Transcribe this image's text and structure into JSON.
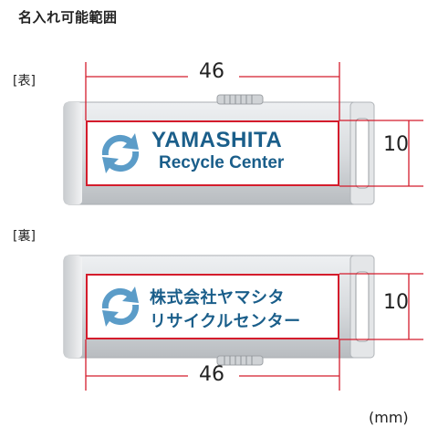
{
  "title": "名入れ可能範囲",
  "front": {
    "label": "[表]",
    "width": "46",
    "height": "10",
    "company_name": "YAMASHITA",
    "company_sub": "Recycle Center"
  },
  "back": {
    "label": "[裏]",
    "width": "46",
    "height": "10",
    "company_name": "株式会社ヤマシタ",
    "company_sub": "リサイクルセンター"
  },
  "unit": "(mm)",
  "icons": {
    "logo": "recycle-arrows-icon"
  },
  "colors": {
    "dimension_line": "#d41c2c",
    "brand_text": "#1a5e8a",
    "logo": "#5b9cc8",
    "usb_body": "#d6d9dc"
  }
}
